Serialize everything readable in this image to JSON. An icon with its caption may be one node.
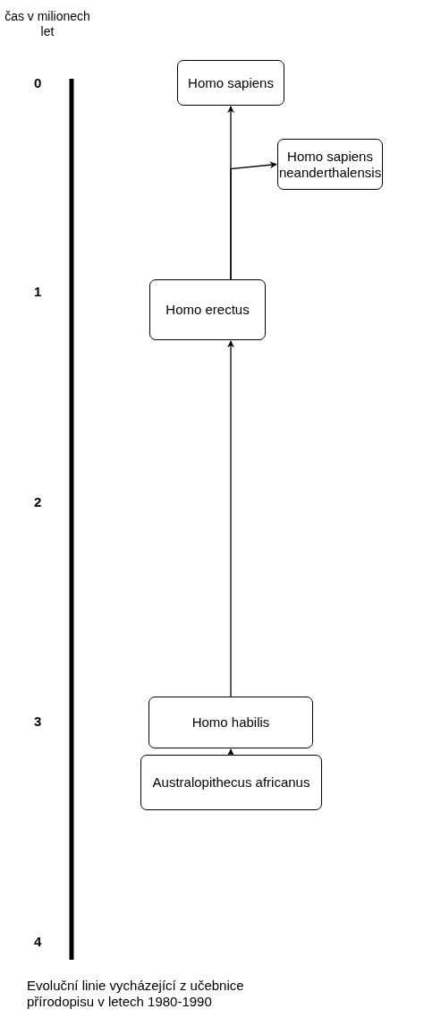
{
  "diagram": {
    "caption": "Evoluční linie vycházející z učebnice přírodopisu v letech 1980-1990",
    "nodes": [
      {
        "text": [
          "Homo sapiens"
        ]
      },
      {
        "text": [
          "Homo sapiens neanderthalensis"
        ]
      },
      {
        "text": [
          "Homo erectus"
        ]
      },
      {
        "text": [
          "Homo habilis"
        ]
      },
      {
        "text": [
          "Australopithecus africanus"
        ]
      }
    ],
    "edges": [
      {
        "from": 4,
        "to": 3,
        "arrow": "to"
      },
      {
        "from": 3,
        "to": 2,
        "arrow": "to"
      },
      {
        "from": 2,
        "to": 0,
        "arrow": "to"
      },
      {
        "from": 2,
        "to": 1,
        "arrow": "to"
      }
    ],
    "labels": [
      "čas v milionech let",
      "0",
      "1",
      "2",
      "3",
      "4"
    ]
  }
}
